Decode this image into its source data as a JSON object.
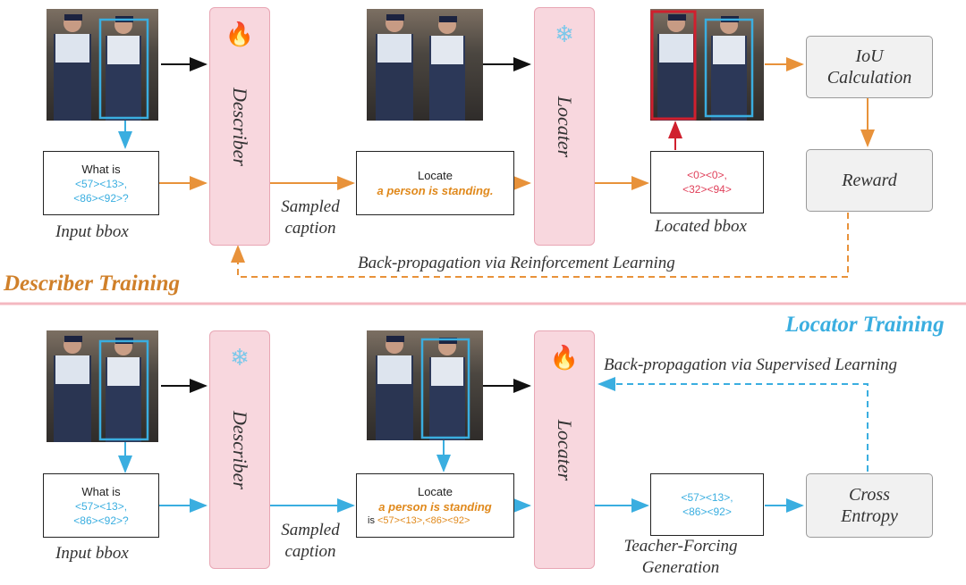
{
  "colors": {
    "orange": "#e8923a",
    "cyan": "#3aaee0",
    "red": "#d0202e",
    "divider": "#f4b8c0"
  },
  "describer_training": {
    "title": "Describer Training",
    "describer_module": {
      "label": "Describer",
      "icon": "fire-icon",
      "glyph": "🔥"
    },
    "locater_module": {
      "label": "Locater",
      "icon": "snowflake-icon",
      "glyph": "❄"
    },
    "input_box": {
      "line1": "What is",
      "line2": "<57><13>,",
      "line3": "<86><92>?"
    },
    "input_label": "Input bbox",
    "sampled_caption_label": [
      "Sampled",
      "caption"
    ],
    "locate_box": {
      "line1": "Locate",
      "line2": "a person is standing."
    },
    "located_box": {
      "line1": "<0><0>,",
      "line2": "<32><94>"
    },
    "located_label": "Located bbox",
    "iou_box": [
      "IoU",
      "Calculation"
    ],
    "reward_box": "Reward",
    "backprop": "Back-propagation via  Reinforcement Learning"
  },
  "locator_training": {
    "title": "Locator Training",
    "describer_module": {
      "label": "Describer",
      "icon": "snowflake-icon",
      "glyph": "❄"
    },
    "locater_module": {
      "label": "Locater",
      "icon": "fire-icon",
      "glyph": "🔥"
    },
    "input_box": {
      "line1": "What is",
      "line2": "<57><13>,",
      "line3": "<86><92>?"
    },
    "input_label": "Input bbox",
    "sampled_caption_label": [
      "Sampled",
      "caption"
    ],
    "locate_box": {
      "line1": "Locate",
      "line2": "a person is standing",
      "line3_prefix": "is ",
      "line3_coords": "<57><13>,<86><92>"
    },
    "output_box": {
      "line1": "<57><13>,",
      "line2": "<86><92>"
    },
    "teacher_label": [
      "Teacher-Forcing",
      "Generation"
    ],
    "cross_entropy_box": [
      "Cross",
      "Entropy"
    ],
    "backprop": "Back-propagation via  Supervised Learning"
  }
}
